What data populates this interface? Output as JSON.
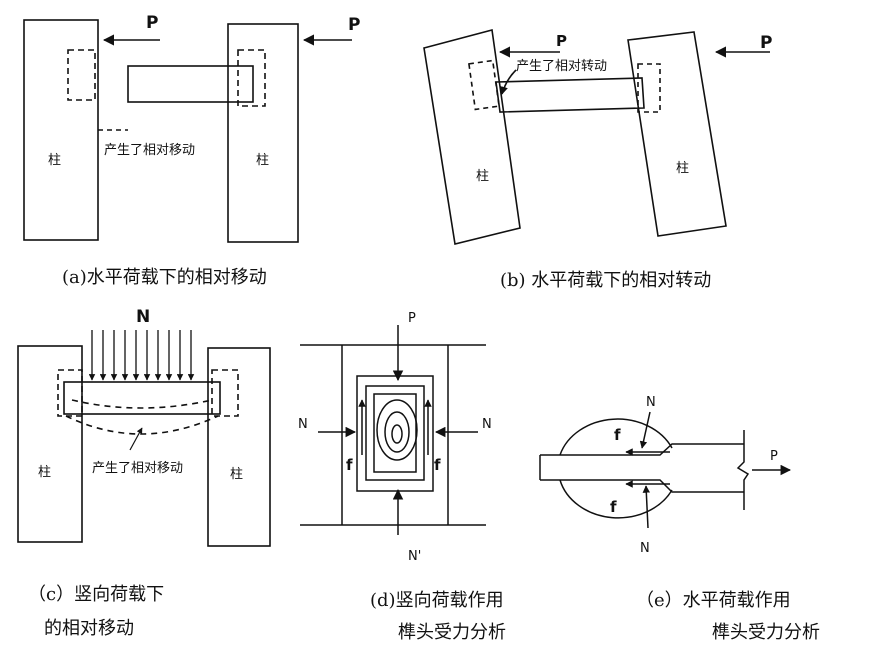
{
  "labels": {
    "column": "柱",
    "force_p": "P",
    "force_n": "N",
    "force_n_prime": "N'",
    "friction": "f",
    "relative_move": "产生了相对移动",
    "relative_turn": "产生了相对转动"
  },
  "captions": {
    "a": "(a)水平荷载下的相对移动",
    "b": "(b) 水平荷载下的相对转动",
    "c_line1": "（c）竖向荷载下",
    "c_line2": "的相对移动",
    "d_line1": "(d)竖向荷载作用",
    "d_line2": "榫头受力分析",
    "e_line1": "（e）水平荷载作用",
    "e_line2": "榫头受力分析"
  }
}
